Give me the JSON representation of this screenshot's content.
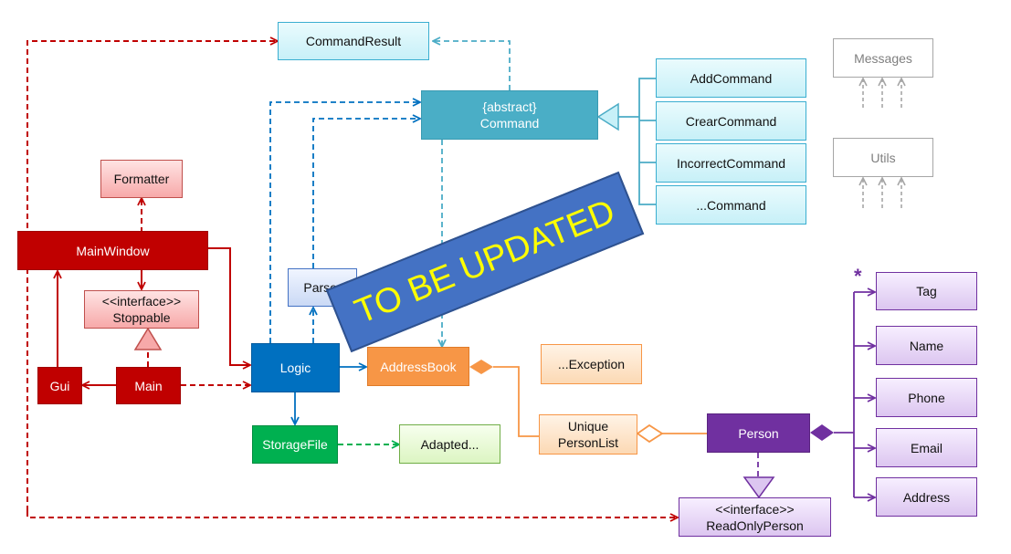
{
  "labels": {
    "command_result": "CommandResult",
    "command_abstract": "{abstract}",
    "command_name": "Command",
    "add_command": "AddCommand",
    "crear_command": "CrearCommand",
    "incorrect_command": "IncorrectCommand",
    "etc_command": "...Command",
    "messages": "Messages",
    "utils": "Utils",
    "formatter": "Formatter",
    "main_window": "MainWindow",
    "stoppable_stereotype": "<<interface>>",
    "stoppable_name": "Stoppable",
    "gui": "Gui",
    "main": "Main",
    "parser": "Parser",
    "logic": "Logic",
    "address_book": "AddressBook",
    "exception": "...Exception",
    "storage_file": "StorageFile",
    "adapted": "Adapted...",
    "unique_line1": "Unique",
    "unique_line2": "PersonList",
    "person": "Person",
    "tag": "Tag",
    "name": "Name",
    "phone": "Phone",
    "email": "Email",
    "address": "Address",
    "readonly_stereotype": "<<interface>>",
    "readonly_name": "ReadOnlyPerson",
    "multiplicity": "*",
    "banner": "TO BE UPDATED"
  },
  "colors": {
    "red": "#c00000",
    "cyan_line": "#4bacc6",
    "blue_line": "#0070c0",
    "orange": "#f79646",
    "green": "#00b050",
    "purple": "#7030a0",
    "grey": "#a6a6a6",
    "banner_text": "#ffff00"
  }
}
